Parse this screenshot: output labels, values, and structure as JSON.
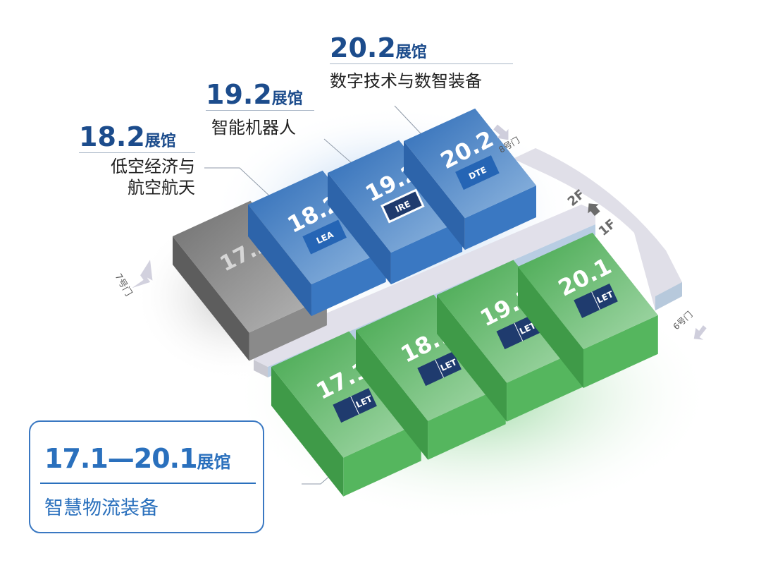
{
  "colors": {
    "hall_blue": "#3574c0",
    "hall_green": "#4fb55a",
    "hall_gray": "#8a8a8a",
    "corridor": "#dcdce6",
    "title_navy": "#1c4c8c",
    "legend_blue": "#2a70bd"
  },
  "callouts": [
    {
      "id": "18-2",
      "number": "18.2",
      "suffix": "展馆",
      "lines": [
        "低空经济与",
        "航空航天"
      ]
    },
    {
      "id": "19-2",
      "number": "19.2",
      "suffix": "展馆",
      "lines": [
        "智能机器人"
      ]
    },
    {
      "id": "20-2",
      "number": "20.2",
      "suffix": "展馆",
      "lines": [
        "数字技术与数智装备"
      ]
    }
  ],
  "legend": {
    "number": "17.1—20.1",
    "suffix": "展馆",
    "description": "智慧物流装备"
  },
  "halls": [
    {
      "label": "17.2",
      "color": "gray",
      "logo": ""
    },
    {
      "label": "18.2",
      "color": "blue",
      "logo": "LEA"
    },
    {
      "label": "19.2",
      "color": "blue",
      "logo": "IRE"
    },
    {
      "label": "20.2",
      "color": "blue",
      "logo": "DTE"
    },
    {
      "label": "17.1",
      "color": "green",
      "logo": "LET"
    },
    {
      "label": "18.1",
      "color": "green",
      "logo": "LET"
    },
    {
      "label": "19.1",
      "color": "green",
      "logo": "LET"
    },
    {
      "label": "20.1",
      "color": "green",
      "logo": "LET"
    }
  ],
  "gates": [
    {
      "label": "7号门",
      "icon": "arrow-icon"
    },
    {
      "label": "8号门",
      "icon": "arrow-icon"
    },
    {
      "label": "6号门",
      "icon": "arrow-icon"
    }
  ],
  "floors": {
    "upper": "2F",
    "lower": "1F",
    "icon": "arrow-up-icon"
  }
}
